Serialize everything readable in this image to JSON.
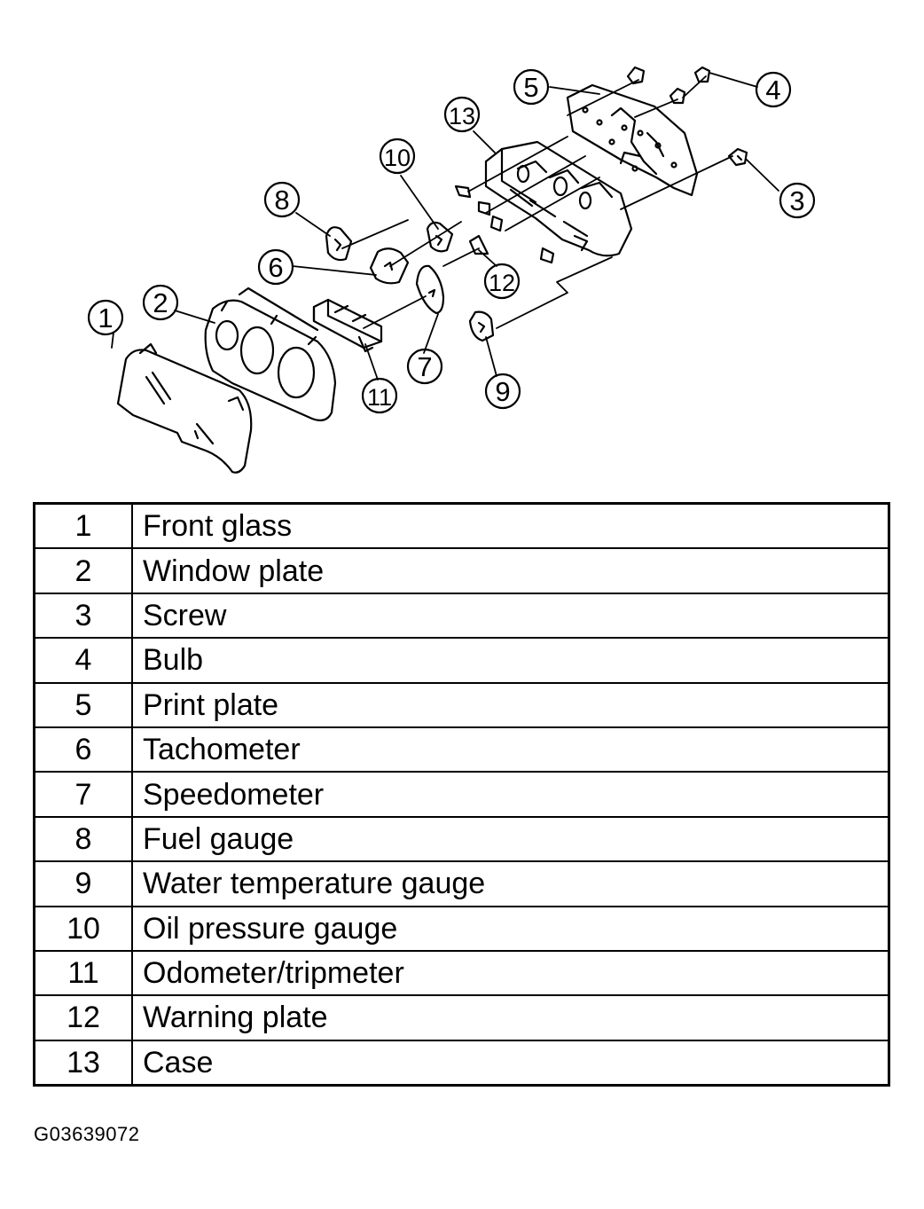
{
  "callouts": [
    {
      "number": "1"
    },
    {
      "number": "2"
    },
    {
      "number": "3"
    },
    {
      "number": "4"
    },
    {
      "number": "5"
    },
    {
      "number": "6"
    },
    {
      "number": "7"
    },
    {
      "number": "8"
    },
    {
      "number": "9"
    },
    {
      "number": "10"
    },
    {
      "number": "11"
    },
    {
      "number": "12"
    },
    {
      "number": "13"
    }
  ],
  "parts": [
    {
      "number": "1",
      "name": "Front glass"
    },
    {
      "number": "2",
      "name": "Window plate"
    },
    {
      "number": "3",
      "name": "Screw"
    },
    {
      "number": "4",
      "name": "Bulb"
    },
    {
      "number": "5",
      "name": "Print plate"
    },
    {
      "number": "6",
      "name": "Tachometer"
    },
    {
      "number": "7",
      "name": "Speedometer"
    },
    {
      "number": "8",
      "name": "Fuel gauge"
    },
    {
      "number": "9",
      "name": "Water temperature gauge"
    },
    {
      "number": "10",
      "name": "Oil pressure gauge"
    },
    {
      "number": "11",
      "name": "Odometer/tripmeter"
    },
    {
      "number": "12",
      "name": "Warning plate"
    },
    {
      "number": "13",
      "name": "Case"
    }
  ],
  "figure_code": "G03639072"
}
